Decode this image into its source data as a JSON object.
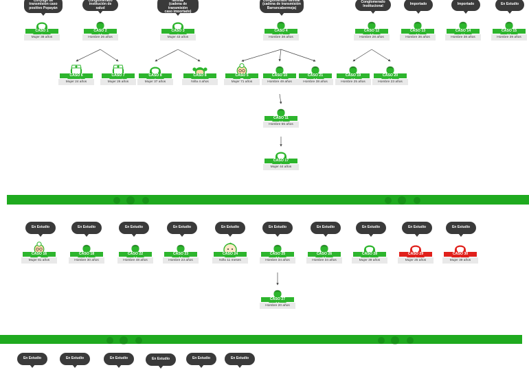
{
  "colors": {
    "green": "#2db52d",
    "dark_green": "#1e8f1e",
    "red": "#e0201b",
    "bubble": "#3a3a3a",
    "band": "#1faa1f",
    "desc_bg": "#e9e9e9"
  },
  "bubbles": [
    {
      "id": "b1",
      "text": "Cónyuge de\ntransmisión caso\npositivo Popayán"
    },
    {
      "id": "b2",
      "text": "Conglomerado\ninstitución de salud"
    },
    {
      "id": "b3",
      "text": "Conglomerado familiar\n(cadena de transmisión\ncaso importado)"
    },
    {
      "id": "b4",
      "text": "Conglomerado familiar\n(cadena de transmisión\nBarrancabermeja)"
    },
    {
      "id": "b12",
      "text": "Conglomerado\nInstitucional"
    },
    {
      "id": "b13",
      "text": "Importado"
    },
    {
      "id": "b14",
      "text": "Importado"
    },
    {
      "id": "b15",
      "text": "En Estudio"
    },
    {
      "id": "b16",
      "text": "En Estudio"
    },
    {
      "id": "b18",
      "text": "En Estudio"
    },
    {
      "id": "b22",
      "text": "En Estudio"
    },
    {
      "id": "b23",
      "text": "En Estudio"
    },
    {
      "id": "b24",
      "text": "En Estudio"
    },
    {
      "id": "b25",
      "text": "En Estudio"
    },
    {
      "id": "b26",
      "text": "En Estudio"
    },
    {
      "id": "b28",
      "text": "En Estudio"
    },
    {
      "id": "b29",
      "text": "En Estudio"
    },
    {
      "id": "b30",
      "text": "En Estudio"
    },
    {
      "id": "c1",
      "text": "En Estudio"
    },
    {
      "id": "c2",
      "text": "En Estudio"
    },
    {
      "id": "c3",
      "text": "En Estudio"
    },
    {
      "id": "c4",
      "text": "En Estudio"
    },
    {
      "id": "c5",
      "text": "En Estudio"
    },
    {
      "id": "c6",
      "text": "En Estudio"
    }
  ],
  "cases": [
    {
      "id": "1",
      "label": "CASO 1",
      "desc": "Mujer 38 años",
      "icon": "woman-icon",
      "status": "green"
    },
    {
      "id": "2",
      "label": "CASO 2",
      "desc": "Hombre 26 años",
      "icon": "man-icon",
      "status": "green"
    },
    {
      "id": "3",
      "label": "CASO 3",
      "desc": "Mujer 43 años",
      "icon": "woman-icon",
      "status": "green"
    },
    {
      "id": "4",
      "label": "CASO 4",
      "desc": "Hombre 38 años",
      "icon": "man-icon",
      "status": "green"
    },
    {
      "id": "12",
      "label": "CASO 12",
      "desc": "Hombre 28 años",
      "icon": "man-icon",
      "status": "green"
    },
    {
      "id": "13",
      "label": "CASO 13",
      "desc": "Hombre 36 años",
      "icon": "man-icon",
      "status": "green"
    },
    {
      "id": "14",
      "label": "CASO 14",
      "desc": "Hombre 38 años",
      "icon": "man-icon",
      "status": "green"
    },
    {
      "id": "15",
      "label": "CASO 15",
      "desc": "Hombre 39 años",
      "icon": "man-icon",
      "status": "green"
    },
    {
      "id": "6",
      "label": "CASO 6",
      "desc": "Mujer 24 años",
      "icon": "nurse-icon",
      "status": "green"
    },
    {
      "id": "7",
      "label": "CASO 7",
      "desc": "Mujer 26 años",
      "icon": "nurse-icon",
      "status": "green"
    },
    {
      "id": "8",
      "label": "CASO 8",
      "desc": "Mujer 37 años",
      "icon": "woman-icon",
      "status": "green"
    },
    {
      "id": "9",
      "label": "CASO 8",
      "desc": "Niña 4 años",
      "icon": "girl-icon",
      "status": "green"
    },
    {
      "id": "5",
      "label": "CASO 5",
      "desc": "Mujer 71 años",
      "icon": "elder-woman-icon",
      "status": "green"
    },
    {
      "id": "10",
      "label": "CASO 10",
      "desc": "Hombre 49 años",
      "icon": "man-icon",
      "status": "green"
    },
    {
      "id": "21",
      "label": "CASO 21",
      "desc": "Hombre 38 años",
      "icon": "man-icon",
      "status": "green"
    },
    {
      "id": "19",
      "label": "CASO 19",
      "desc": "Hombre 25 años",
      "icon": "man-icon",
      "status": "green"
    },
    {
      "id": "20",
      "label": "CASO 20",
      "desc": "Hombre 23 años",
      "icon": "man-icon",
      "status": "green"
    },
    {
      "id": "11",
      "label": "CASO 11",
      "desc": "Hombre 55 años",
      "icon": "man-icon",
      "status": "green"
    },
    {
      "id": "17",
      "label": "CASO 17",
      "desc": "Mujer 44 años",
      "icon": "woman-icon",
      "status": "green"
    },
    {
      "id": "16",
      "label": "CASO 16",
      "desc": "Mujer 81 años",
      "icon": "elder-woman-icon",
      "status": "green"
    },
    {
      "id": "18",
      "label": "CASO 18",
      "desc": "Hombre 30 años",
      "icon": "man-icon",
      "status": "green"
    },
    {
      "id": "22",
      "label": "CASO 22",
      "desc": "Hombre 48 años",
      "icon": "man-icon",
      "status": "green"
    },
    {
      "id": "23",
      "label": "CASO 23",
      "desc": "Hombre 23 años",
      "icon": "man-icon",
      "status": "green"
    },
    {
      "id": "24",
      "label": "CASO 24",
      "desc": "Niño 11 meses",
      "icon": "baby-icon",
      "status": "green"
    },
    {
      "id": "25",
      "label": "CASO 25",
      "desc": "Hombre 34 años",
      "icon": "man-icon",
      "status": "green"
    },
    {
      "id": "26",
      "label": "CASO 26",
      "desc": "Hombre 34 años",
      "icon": "man-icon",
      "status": "green"
    },
    {
      "id": "28",
      "label": "CASO 28",
      "desc": "Mujer 39 años",
      "icon": "woman-icon",
      "status": "green"
    },
    {
      "id": "29",
      "label": "CASO 29",
      "desc": "Mujer 25 años",
      "icon": "woman-icon",
      "status": "red"
    },
    {
      "id": "30",
      "label": "CASO 30",
      "desc": "Mujer 39 años",
      "icon": "woman-icon",
      "status": "red"
    },
    {
      "id": "27",
      "label": "CASO 27",
      "desc": "Hombre 20 años",
      "icon": "man-icon",
      "status": "green"
    }
  ],
  "links": [
    {
      "from": "2",
      "to": "6"
    },
    {
      "from": "2",
      "to": "7"
    },
    {
      "from": "3",
      "to": "8"
    },
    {
      "from": "3",
      "to": "9"
    },
    {
      "from": "4",
      "to": "5"
    },
    {
      "from": "4",
      "to": "10"
    },
    {
      "from": "4",
      "to": "21"
    },
    {
      "from": "12",
      "to": "19"
    },
    {
      "from": "12",
      "to": "20"
    },
    {
      "from": "10",
      "to": "11"
    },
    {
      "from": "11",
      "to": "17"
    },
    {
      "from": "25",
      "to": "27"
    }
  ]
}
